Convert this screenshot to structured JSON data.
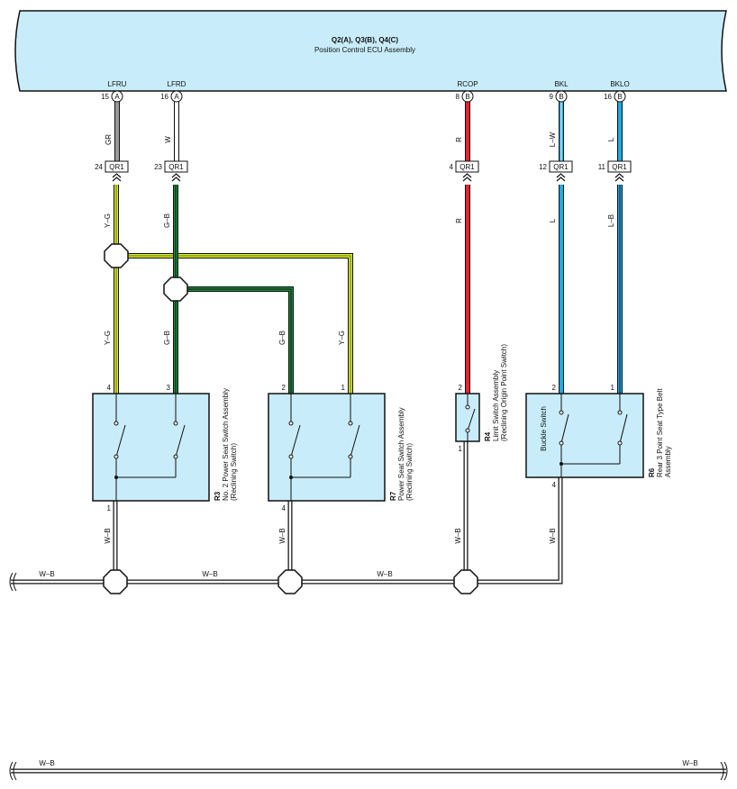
{
  "ecu": {
    "ref": "Q2(A), Q3(B), Q4(C)",
    "name": "Position Control ECU Assembly"
  },
  "ecu_terminals": [
    {
      "signal": "LFRU",
      "pin": "15",
      "conn": "A"
    },
    {
      "signal": "LFRD",
      "pin": "16",
      "conn": "A"
    },
    {
      "signal": "RCOP",
      "pin": "8",
      "conn": "B"
    },
    {
      "signal": "BKL",
      "pin": "9",
      "conn": "B"
    },
    {
      "signal": "BKLO",
      "pin": "16",
      "conn": "B"
    }
  ],
  "upper_wires": [
    "GR",
    "W",
    "R",
    "L–W",
    "L"
  ],
  "junction": "QR1",
  "junction_pins": [
    "24",
    "23",
    "4",
    "12",
    "11"
  ],
  "lower_wires": {
    "yg": "Y–G",
    "gb": "G–B",
    "r": "R",
    "l": "L",
    "lb": "L–B"
  },
  "components": [
    {
      "ref": "R3",
      "name_l1": "No. 2 Power Seat Switch Assembly",
      "name_l2": "(Reclining Switch)",
      "pins": [
        "4",
        "3",
        "1"
      ]
    },
    {
      "ref": "R7",
      "name_l1": "Power Seat Switch Assembly",
      "name_l2": "(Reclining Switch)",
      "pins": [
        "2",
        "1",
        "4"
      ]
    },
    {
      "ref": "R4",
      "name_l1": "Limit Switch Assembly",
      "name_l2": "(Reclining Origin Point Switch)",
      "pins": [
        "2",
        "1"
      ]
    },
    {
      "ref": "R6",
      "name_l1": "Rear 3 Point Seat Type Belt",
      "name_l2": "Assembly",
      "inner": "Buckle Switch",
      "pins": [
        "2",
        "1",
        "4"
      ]
    }
  ],
  "ground_wire": "W–B",
  "colors": {
    "ecu_fill": "#c8ecfa",
    "gray": "#9a9a9a",
    "red": "#ee2030",
    "blue": "#1eaae6",
    "yellow": "#f0e020",
    "green": "#1a8a3a",
    "comp_fill": "#c8ecfa"
  }
}
